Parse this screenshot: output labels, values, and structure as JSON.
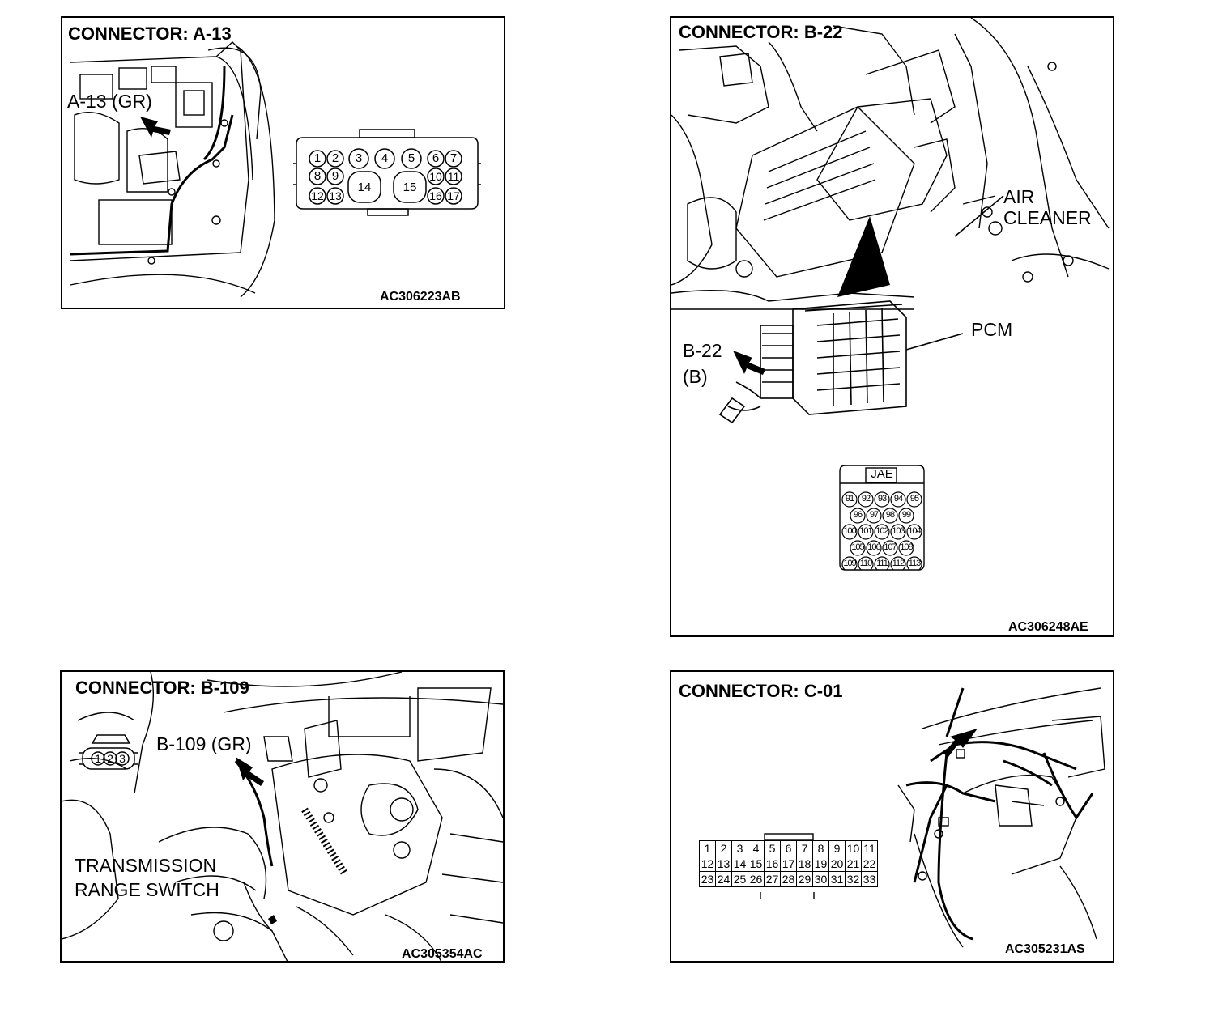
{
  "panels": {
    "a13": {
      "title": "CONNECTOR: A-13",
      "callout": "A-13 (GR)",
      "code": "AC306223AB",
      "pins": [
        "1",
        "2",
        "3",
        "4",
        "5",
        "6",
        "7",
        "8",
        "9",
        "10",
        "11",
        "12",
        "13",
        "14",
        "15",
        "16",
        "17"
      ]
    },
    "b22": {
      "title": "CONNECTOR: B-22",
      "air_cleaner_1": "AIR",
      "air_cleaner_2": "CLEANER",
      "pcm": "PCM",
      "callout_1": "B-22",
      "callout_2": "(B)",
      "code": "AC306248AE",
      "connector_tag": "JAE",
      "pins_row1": [
        "91",
        "92",
        "93",
        "94",
        "95"
      ],
      "pins_row2": [
        "96",
        "97",
        "98",
        "99"
      ],
      "pins_row3": [
        "100",
        "101",
        "102",
        "103",
        "104"
      ],
      "pins_row4": [
        "105",
        "106",
        "107",
        "108"
      ],
      "pins_row5": [
        "109",
        "110",
        "111",
        "112",
        "113"
      ]
    },
    "b109": {
      "title": "CONNECTOR: B-109",
      "callout": "B-109 (GR)",
      "switch_1": "TRANSMISSION",
      "switch_2": "RANGE SWITCH",
      "code": "AC305354AC",
      "pins": [
        "1",
        "2",
        "3"
      ]
    },
    "c01": {
      "title": "CONNECTOR: C-01",
      "code": "AC305231AS",
      "row1": [
        "1",
        "2",
        "3",
        "4",
        "5",
        "6",
        "7",
        "8",
        "9",
        "10",
        "11"
      ],
      "row2": [
        "12",
        "13",
        "14",
        "15",
        "16",
        "17",
        "18",
        "19",
        "20",
        "21",
        "22"
      ],
      "row3": [
        "23",
        "24",
        "25",
        "26",
        "27",
        "28",
        "29",
        "30",
        "31",
        "32",
        "33"
      ]
    }
  }
}
